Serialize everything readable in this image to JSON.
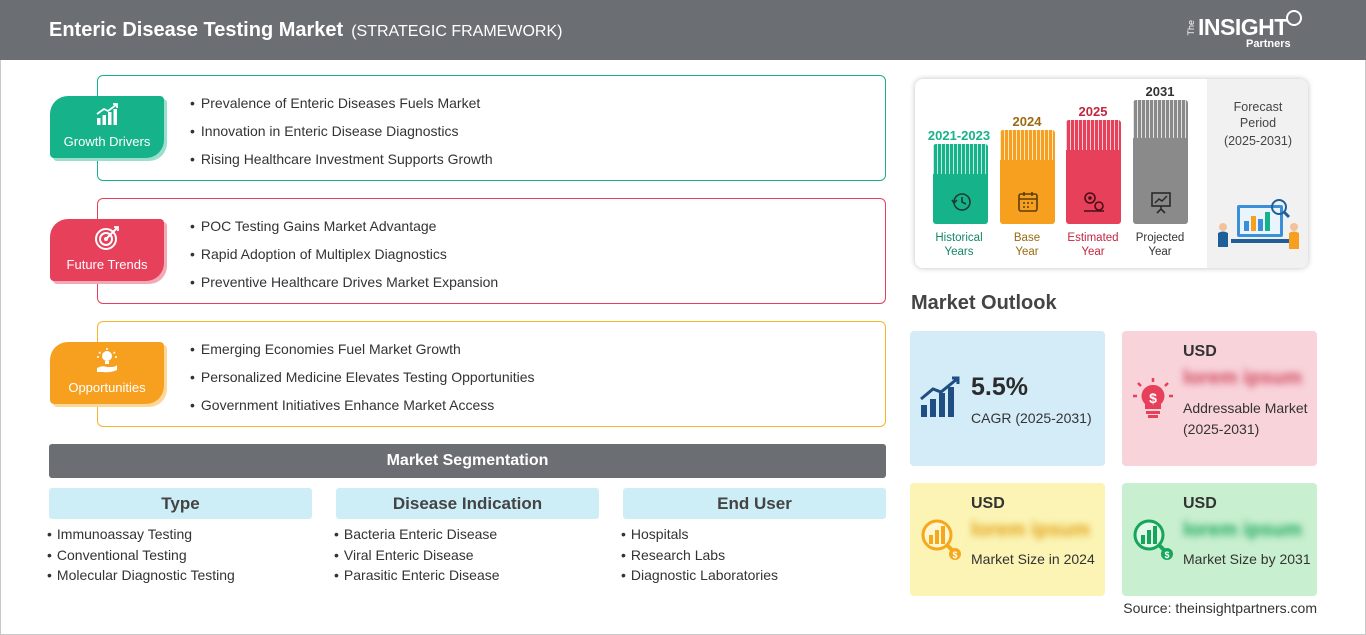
{
  "header": {
    "title": "Enteric Disease Testing Market",
    "subtitle": "(STRATEGIC FRAMEWORK)",
    "logo_the": "The",
    "logo_insight": "INSIGHT",
    "logo_partners": "Partners"
  },
  "framework": [
    {
      "label": "Growth Drivers",
      "icon": "growth-chart-icon",
      "color": "#16b28a",
      "items": [
        "Prevalence of Enteric Diseases Fuels Market",
        "Innovation in Enteric Disease Diagnostics",
        "Rising Healthcare Investment Supports Growth"
      ]
    },
    {
      "label": "Future Trends",
      "icon": "target-icon",
      "color": "#e7405a",
      "items": [
        "POC Testing Gains Market Advantage",
        "Rapid Adoption of Multiplex Diagnostics",
        "Preventive Healthcare Drives Market Expansion"
      ]
    },
    {
      "label": "Opportunities",
      "icon": "lightbulb-hand-icon",
      "color": "#f7a01f",
      "items": [
        "Emerging Economies Fuel Market Growth",
        "Personalized Medicine Elevates Testing Opportunities",
        "Government Initiatives Enhance Market Access"
      ]
    }
  ],
  "segmentation": {
    "title": "Market Segmentation",
    "columns": [
      {
        "header": "Type",
        "items": [
          "Immunoassay Testing",
          "Conventional Testing",
          "Molecular Diagnostic Testing"
        ]
      },
      {
        "header": "Disease Indication",
        "items": [
          "Bacteria Enteric Disease",
          "Viral Enteric Disease",
          "Parasitic Enteric Disease"
        ]
      },
      {
        "header": "End User",
        "items": [
          "Hospitals",
          "Research Labs",
          "Diagnostic Laboratories"
        ]
      }
    ]
  },
  "timeline": {
    "bars": [
      {
        "year": "2021-2023",
        "label_line1": "Historical",
        "label_line2": "Years",
        "color": "#16b28a",
        "icon": "history-clock-icon"
      },
      {
        "year": "2024",
        "label_line1": "Base",
        "label_line2": "Year",
        "color": "#f7a01f",
        "icon": "calendar-icon"
      },
      {
        "year": "2025",
        "label_line1": "Estimated",
        "label_line2": "Year",
        "color": "#e7405a",
        "icon": "gears-estimate-icon"
      },
      {
        "year": "2031",
        "label_line1": "Projected",
        "label_line2": "Year",
        "color": "#8a8a8a",
        "icon": "presentation-board-icon"
      }
    ],
    "forecast_line1": "Forecast",
    "forecast_line2": "Period",
    "forecast_line3": "(2025-2031)"
  },
  "outlook": {
    "title": "Market Outlook",
    "cagr": {
      "value": "5.5%",
      "label": "CAGR (2025-2031)",
      "color": "#d3ecf7"
    },
    "addressable": {
      "currency": "USD",
      "value": "lorem ipsum",
      "label": "Addressable Market (2025-2031)",
      "color": "#f8d3da"
    },
    "size_2024": {
      "currency": "USD",
      "value": "lorem ipsum",
      "label": "Market Size in 2024",
      "color": "#fbf4b4"
    },
    "size_2031": {
      "currency": "USD",
      "value": "lorem ipsum",
      "label": "Market Size by 2031",
      "color": "#c8efcf"
    }
  },
  "source": "Source: theinsightpartners.com"
}
